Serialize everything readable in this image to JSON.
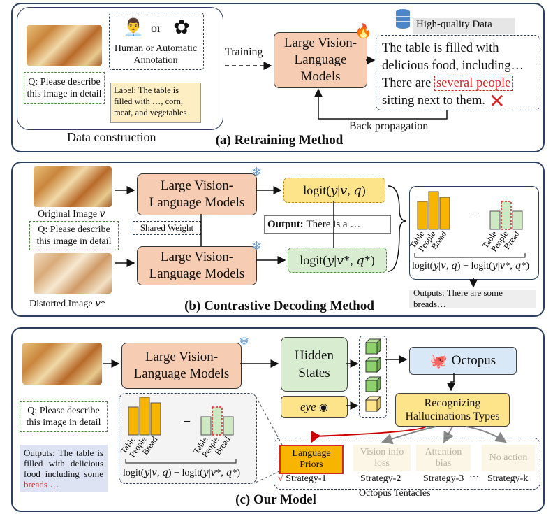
{
  "panel_a": {
    "title": "(a) Retraining Method",
    "data_construction": "Data construction",
    "or_text": "or",
    "annotation_label": "Human or Automatic Annotation",
    "question": "Q: Please describe this image in detail",
    "label_text": "Label: The table is filled with …, corn, meat, and vegetables",
    "training": "Training",
    "llm": "Large Vision-Language Models",
    "high_quality": "High-quality Data",
    "output_1": "The table is filled with delicious food, including…",
    "output_2a": "There  are",
    "output_2b": "several people",
    "output_3": "sitting next to them.",
    "back_propagation": "Back propagation"
  },
  "panel_b": {
    "title": "(b) Contrastive Decoding Method",
    "original_image": "Original Image 𝑣",
    "distorted_image": "Distorted Image 𝑣*",
    "question": "Q: Please describe this image in detail",
    "shared_weight": "Shared Weight",
    "llm_top": "Large Vision-Language Models",
    "llm_bottom": "Large Vision-Language Models",
    "logit_top": "logit(𝑦|𝑣, 𝑞)",
    "logit_bottom": "logit(𝑦|𝑣*, 𝑞*)",
    "output_label": "Output:",
    "output_text": "There is a …",
    "bar_labels": [
      "Table",
      "People",
      "Bread"
    ],
    "minus": "−",
    "formula": "logit(𝑦|𝑣, 𝑞) − logit(𝑦|𝑣*, 𝑞*)",
    "outputs": "Outputs: There are some breads…"
  },
  "panel_c": {
    "title": "(c) Our Model",
    "question": "Q: Please describe this image in detail",
    "llm": "Large Vision-Language Models",
    "hidden_states": "Hidden States",
    "eye": "eye",
    "octopus": "Octopus",
    "recognizing": "Recognizing Hallucinations Types",
    "bar_labels": [
      "Table",
      "People",
      "Bread"
    ],
    "minus": "−",
    "formula": "logit(𝑦|𝑣, 𝑞) − logit(𝑦|𝑣*, 𝑞*)",
    "outputs_pre": "Outputs: The table is filled with delicious food including some",
    "outputs_red": "breads",
    "outputs_post": "…",
    "strategies": [
      {
        "name": "Language Priors",
        "label": "Strategy-1",
        "check": "√"
      },
      {
        "name": "Vision info loss",
        "label": "Strategy-2"
      },
      {
        "name": "Attention bias",
        "label": "Strategy-3"
      },
      {
        "name": "No action",
        "label": "Strategy-k"
      }
    ],
    "ellipsis": "···",
    "tentacles": "Octopus Tentacles"
  },
  "colors": {
    "llm_fill": "#f6cdb2",
    "border": "#2d3f5e",
    "bar_yellow": "#f7b500",
    "bar_green": "#cfe8c4",
    "hidden_green": "#d8ecd0",
    "octopus_blue": "#d9e8f6",
    "recog_yellow": "#fde38a",
    "red": "#d62728"
  }
}
